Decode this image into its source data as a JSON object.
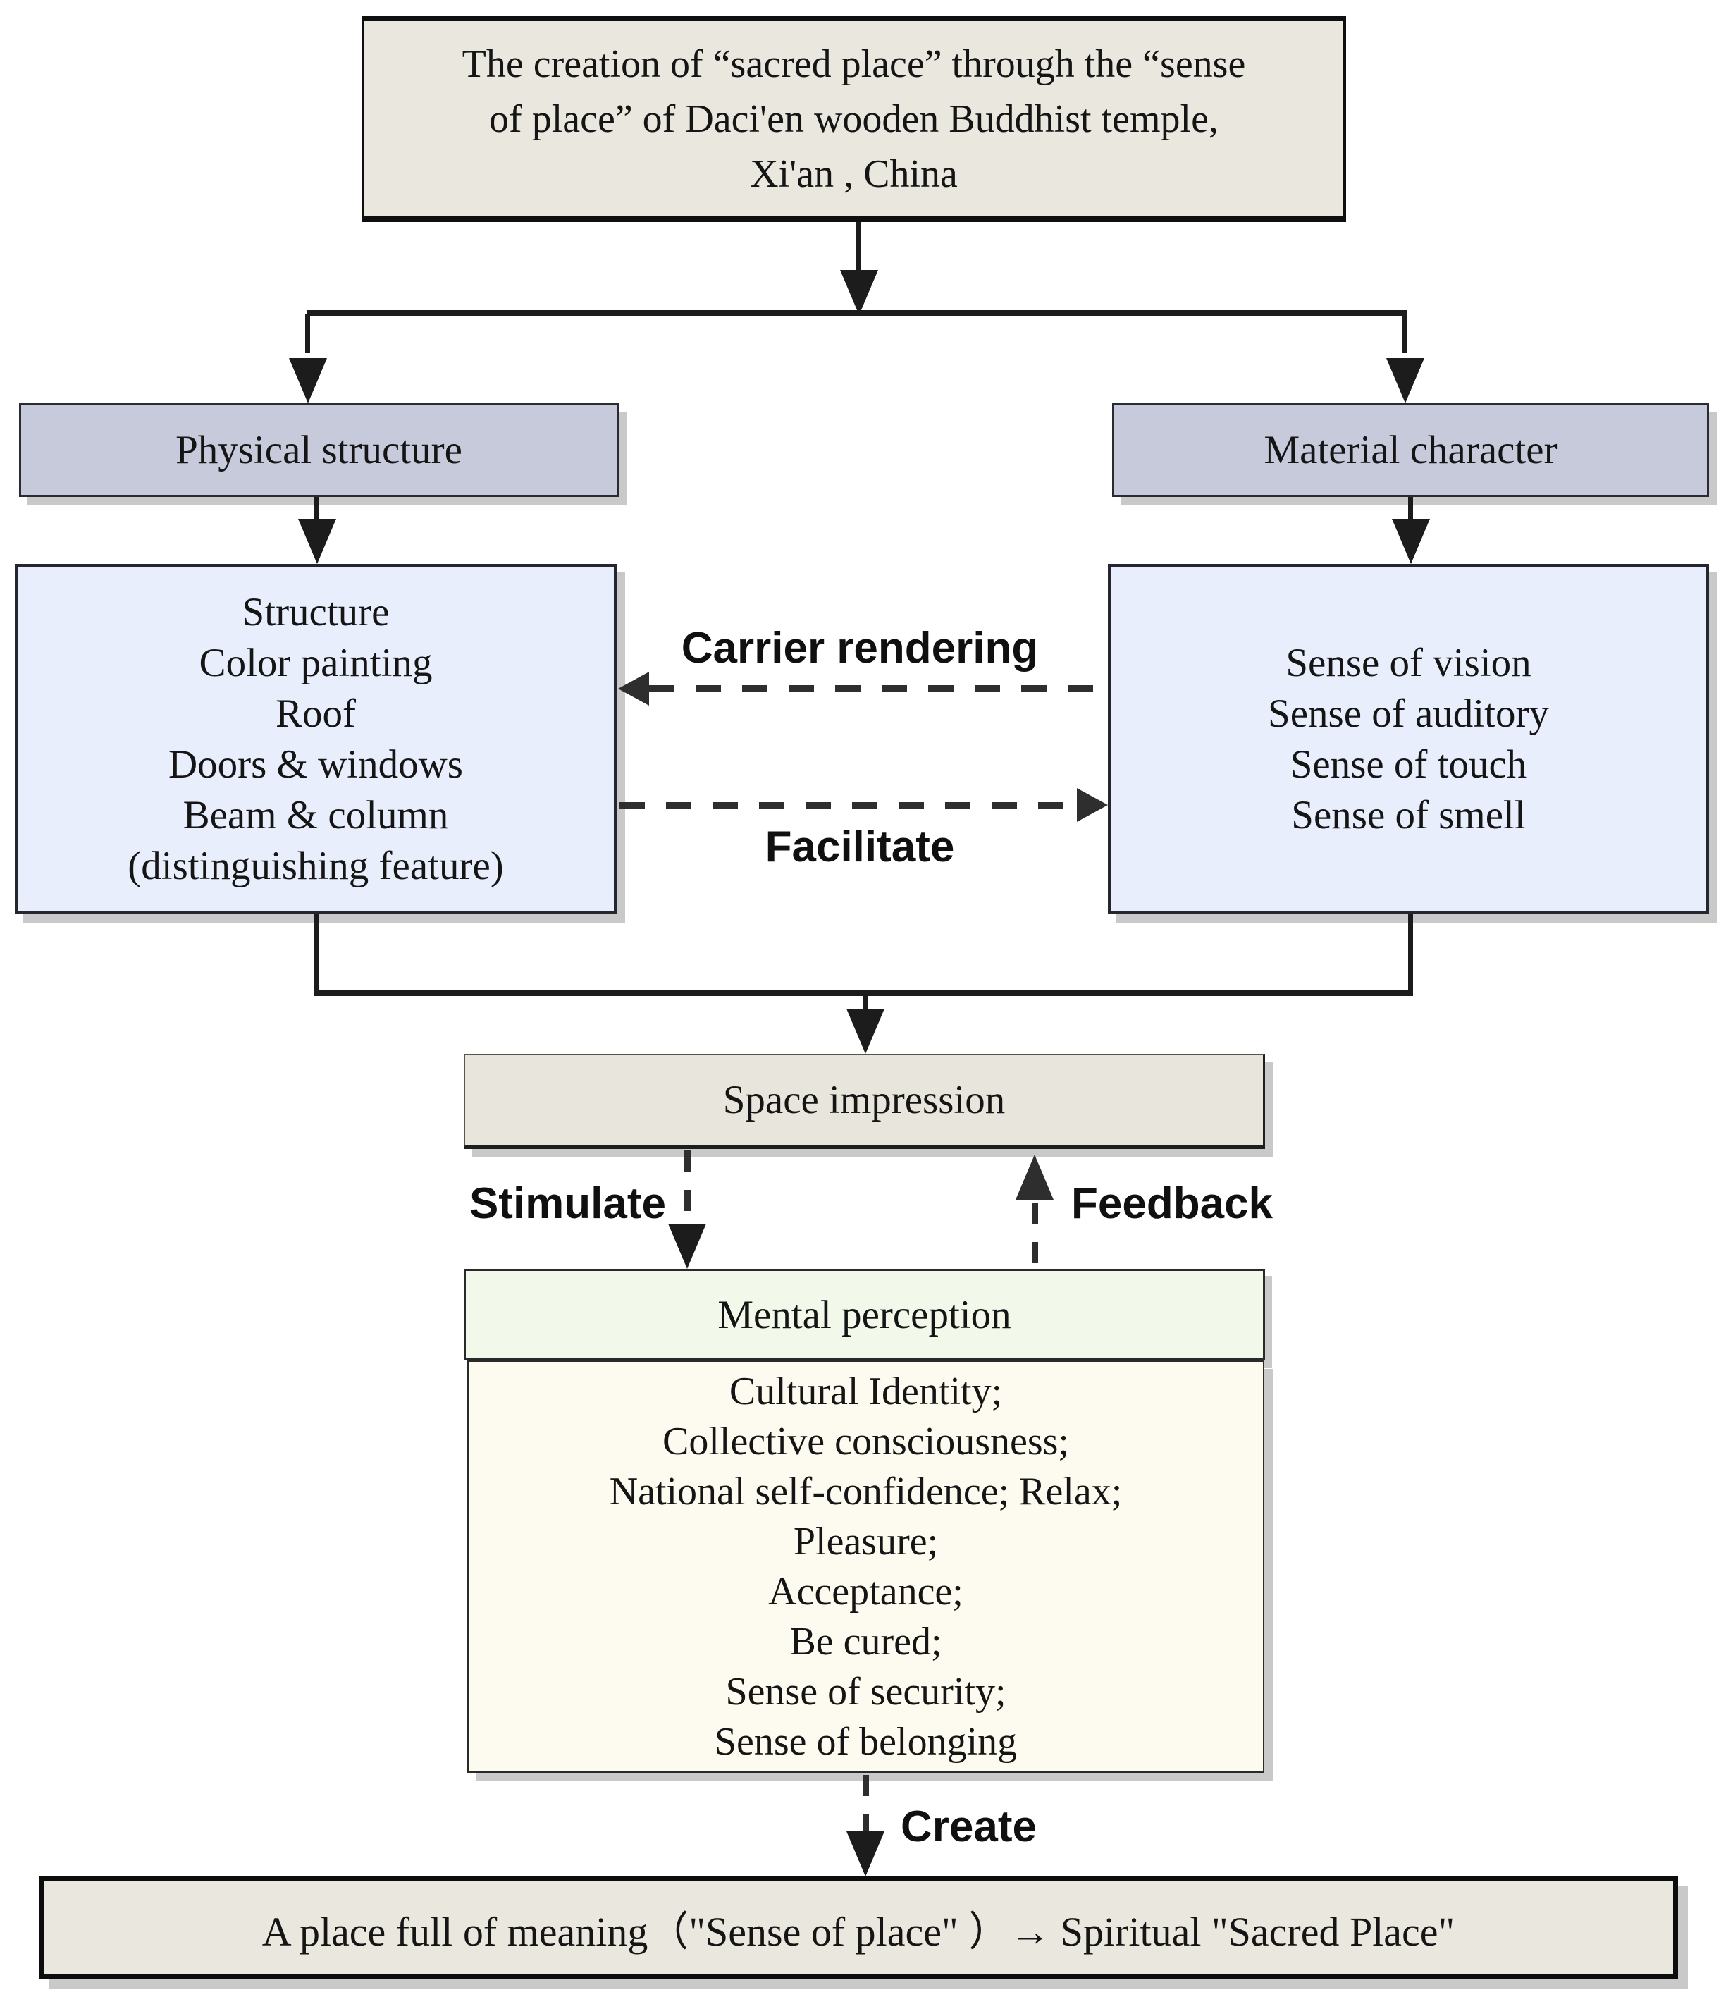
{
  "diagram": {
    "title_box": {
      "lines": [
        "The creation of “sacred place” through the “sense",
        "of place” of Daci'en wooden Buddhist temple,",
        "Xi'an , China"
      ]
    },
    "physical_structure": {
      "label": "Physical structure"
    },
    "material_character": {
      "label": "Material character"
    },
    "physical_details": {
      "lines": [
        "Structure",
        "Color painting",
        "Roof",
        "Doors & windows",
        "Beam & column",
        "(distinguishing feature)"
      ]
    },
    "sensory_details": {
      "lines": [
        "Sense of vision",
        "Sense of auditory",
        "Sense of touch",
        "Sense of smell"
      ]
    },
    "space_impression": {
      "label": "Space impression"
    },
    "mental_perception": {
      "header": "Mental perception",
      "lines": [
        "Cultural Identity;",
        "Collective consciousness;",
        "National self-confidence; Relax;",
        "Pleasure;",
        "Acceptance;",
        "Be cured;",
        "Sense of security;",
        "Sense of belonging"
      ]
    },
    "result_box": {
      "label": "A place full of meaning（\"Sense of place\" ）→ Spiritual \"Sacred Place\""
    },
    "arrow_labels": {
      "carrier": "Carrier rendering",
      "facilitate": "Facilitate",
      "stimulate": "Stimulate",
      "feedback": "Feedback",
      "create": "Create"
    },
    "colors": {
      "title_fill": "#eae7de",
      "category_fill": "#c7cadb",
      "detail_fill": "#e8eefb",
      "space_fill": "#e8e5dc",
      "mental_header_fill": "#f2f8ea",
      "mental_content_fill": "#fdfaef",
      "result_fill": "#eae7df",
      "line": "#1c1c1c",
      "shadow": "#c9c9c9"
    }
  }
}
